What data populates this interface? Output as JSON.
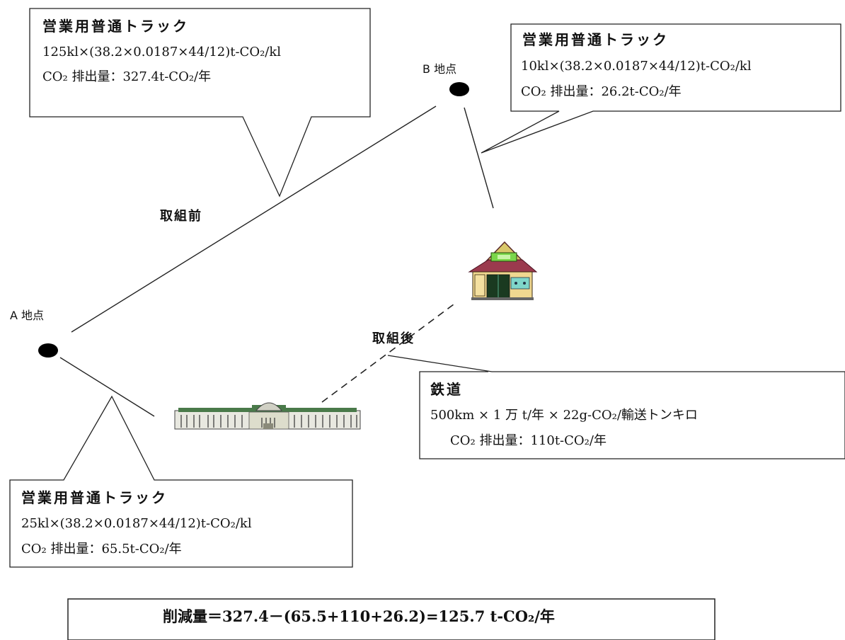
{
  "callouts": {
    "before_truck": {
      "title": "営業用普通トラック",
      "formula": "125kl×(38.2×0.0187×44/12)t-CO₂/kl",
      "emission": "CO₂ 排出量：327.4t-CO₂/年"
    },
    "b_truck": {
      "title": "営業用普通トラック",
      "formula": "10kl×(38.2×0.0187×44/12)t-CO₂/kl",
      "emission": "CO₂ 排出量：26.2t-CO₂/年"
    },
    "a_truck": {
      "title": "営業用普通トラック",
      "formula": "25kl×(38.2×0.0187×44/12)t-CO₂/kl",
      "emission": "CO₂ 排出量：65.5t-CO₂/年"
    },
    "rail": {
      "title": "鉄道",
      "formula": "500km × 1 万 t/年 × 22g-CO₂/輸送トンキロ",
      "emission": "CO₂ 排出量：110t-CO₂/年"
    }
  },
  "labels": {
    "point_a": "A 地点",
    "point_b": "B 地点",
    "before": "取組前",
    "after": "取組後"
  },
  "result": "削減量＝327.4－(65.5+110+26.2)=125.7 t-CO₂/年",
  "icons": [
    "station-building-icon",
    "shop-building-icon",
    "location-dot-icon"
  ]
}
